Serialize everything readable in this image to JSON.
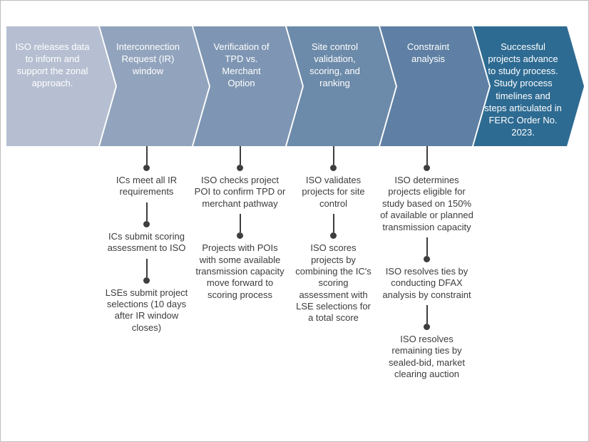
{
  "stages": [
    {
      "label": "ISO releases data to inform and support the zonal approach.",
      "color": "#b6bfd1"
    },
    {
      "label": "Interconnection Request (IR) window",
      "color": "#92a4bd"
    },
    {
      "label": "Verification of TPD vs. Merchant Option",
      "color": "#7e96b3"
    },
    {
      "label": "Site control validation, scoring, and ranking",
      "color": "#6c8aa9"
    },
    {
      "label": "Constraint analysis",
      "color": "#5f80a4"
    },
    {
      "label": "Successful projects advance to study process.\nStudy process timelines and steps articulated in FERC Order No. 2023.",
      "color": "#2e6b92"
    }
  ],
  "columns": [
    {
      "stage": "Interconnection Request (IR) window",
      "steps": [
        "ICs meet all IR requirements",
        "ICs submit scoring assessment to ISO",
        "LSEs submit project selections (10 days after IR window closes)"
      ]
    },
    {
      "stage": "Verification of TPD vs. Merchant Option",
      "steps": [
        "ISO checks project POI to confirm TPD or merchant pathway",
        "Projects with POIs with some available transmission capacity move forward to scoring process"
      ]
    },
    {
      "stage": "Site control validation, scoring, and ranking",
      "steps": [
        "ISO validates projects for site control",
        "ISO scores projects by combining the IC's scoring assessment with LSE selections for a total score"
      ]
    },
    {
      "stage": "Constraint analysis",
      "steps": [
        "ISO determines projects eligible for study based on 150% of available or planned transmission capacity",
        "ISO resolves ties by conducting DFAX analysis by constraint",
        "ISO resolves remaining ties by sealed-bid, market clearing auction"
      ]
    }
  ],
  "connector_color": "#3e3e3e"
}
